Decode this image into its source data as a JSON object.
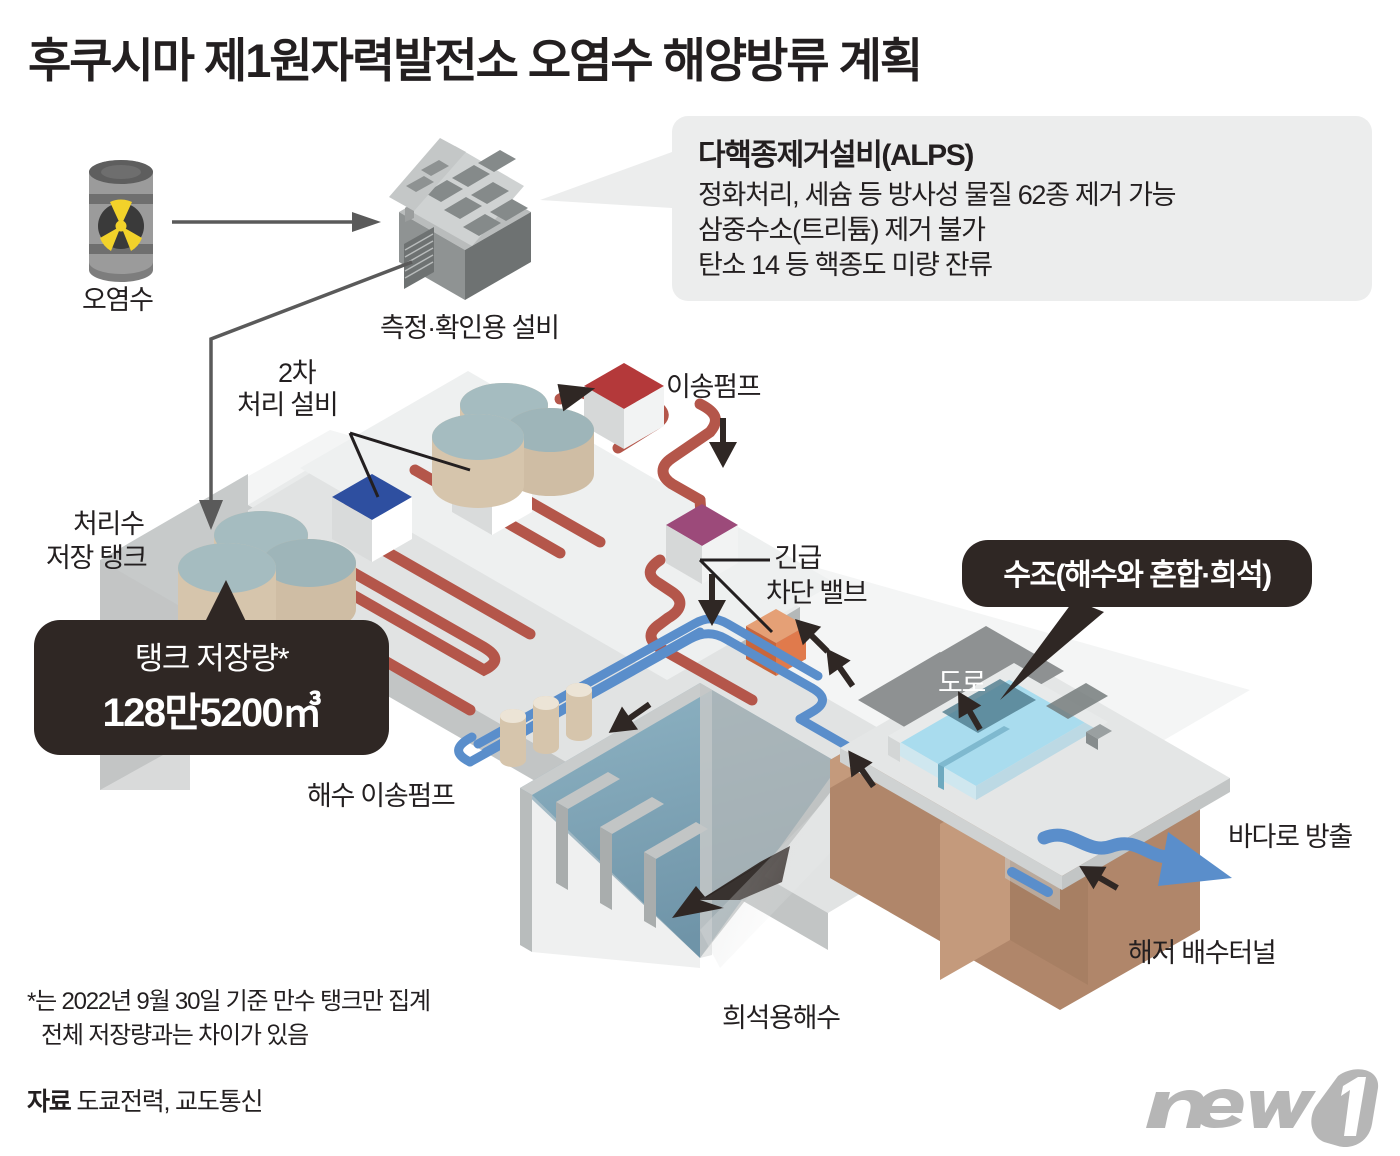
{
  "title": "후쿠시마 제1원자력발전소 오염수 해양방류 계획",
  "alps": {
    "heading": "다핵종제거설비(ALPS)",
    "lines": [
      "정화처리, 세슘 등 방사성 물질 62종 제거 가능",
      "삼중수소(트리튬) 제거 불가",
      "탄소 14 등 핵종도 미량 잔류"
    ]
  },
  "labels": {
    "contaminated_water": "오염수",
    "measure_facility": "측정·확인용 설비",
    "secondary_line1": "2차",
    "secondary_line2": "처리 설비",
    "storage_line1": "처리수",
    "storage_line2": "저장 탱크",
    "transfer_pump": "이송펌프",
    "emergency_line1": "긴급",
    "emergency_line2": "차단 밸브",
    "seawater_pump": "해수 이송펌프",
    "dilution_seawater": "희석용해수",
    "road": "도로",
    "release_to_sea": "바다로 방출",
    "undersea_tunnel": "해저 배수터널"
  },
  "tank_callout": {
    "title": "탱크 저장량*",
    "value": "128만5200㎥"
  },
  "pool_callout": {
    "title": "수조(해수와 혼합·희석)"
  },
  "footnote": {
    "line1": "*는 2022년 9월 30일 기준 만수 탱크만 집계",
    "line2": "전체 저장량과는 차이가 있음"
  },
  "source": {
    "label": "자료",
    "text": " 도쿄전력, 교도통신"
  },
  "logo": {
    "text": "news 1"
  },
  "colors": {
    "text_dark": "#231f20",
    "callout_bg": "#2f2724",
    "alps_bg": "#eceded",
    "tank_body": "#d6c5ac",
    "tank_top": "#a5bcc0",
    "pipe_red": "#b4564a",
    "pipe_blue": "#5a8ecb",
    "valve_orange": "#dd7a4e",
    "valve_purple": "#9c4a7a",
    "box_green": "#1b8b3c",
    "box_blue": "#2e4fa0",
    "box_red": "#b4393a",
    "earth_brown": "#b0866a",
    "platform_light": "#e4e6e6",
    "platform_mid": "#c9cccc",
    "platform_dark": "#b0b4b4",
    "pool_water": "#a9dcee",
    "sea_water": "#7ba4b8",
    "logo_gray": "#b6b6b6"
  }
}
